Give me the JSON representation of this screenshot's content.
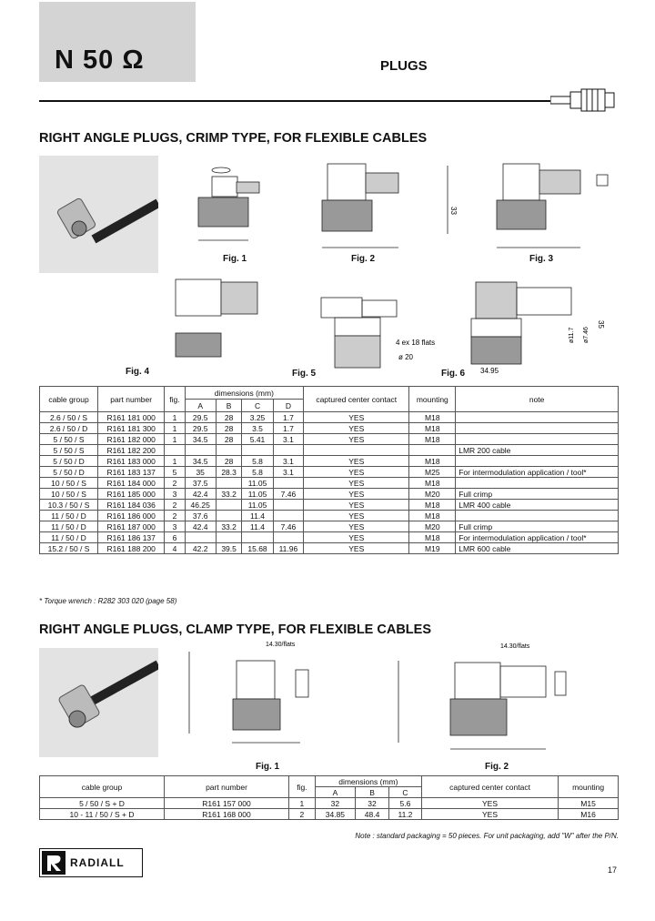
{
  "header": {
    "title": "N 50 Ω",
    "category": "PLUGS"
  },
  "section1": {
    "title": "RIGHT ANGLE PLUGS, CRIMP TYPE, FOR FLEXIBLE CABLES",
    "figs": [
      "Fig. 1",
      "Fig. 2",
      "Fig. 3",
      "Fig. 4",
      "Fig. 5",
      "Fig. 6"
    ],
    "drawing_labels": [
      "4 ex 18 flats",
      "ø 20",
      "34.95",
      "33",
      "35",
      "ø11.7",
      "ø7.46"
    ],
    "table": {
      "headers": {
        "cable_group": "cable group",
        "part_number": "part number",
        "fig": "fig.",
        "dimensions": "dimensions (mm)",
        "dim_cols": [
          "A",
          "B",
          "C",
          "D"
        ],
        "captured": "captured center contact",
        "mounting": "mounting",
        "note": "note"
      },
      "rows": [
        {
          "cable": "2.6 / 50 / S",
          "part": "R161 181 000",
          "fig": "1",
          "A": "29.5",
          "B": "28",
          "C": "3.25",
          "D": "1.7",
          "cap": "YES",
          "mount": "M18",
          "note": ""
        },
        {
          "cable": "2.6 / 50 / D",
          "part": "R161 181 300",
          "fig": "1",
          "A": "29.5",
          "B": "28",
          "C": "3.5",
          "D": "1.7",
          "cap": "YES",
          "mount": "M18",
          "note": ""
        },
        {
          "cable": "5 / 50 / S",
          "part": "R161 182 000",
          "fig": "1",
          "A": "34.5",
          "B": "28",
          "C": "5.41",
          "D": "3.1",
          "cap": "YES",
          "mount": "M18",
          "note": ""
        },
        {
          "cable": "5 / 50 / S",
          "part": "R161 182 200",
          "fig": "",
          "A": "",
          "B": "",
          "C": "",
          "D": "",
          "cap": "",
          "mount": "",
          "note": "LMR 200 cable"
        },
        {
          "cable": "5 / 50 / D",
          "part": "R161 183 000",
          "fig": "1",
          "A": "34.5",
          "B": "28",
          "C": "5.8",
          "D": "3.1",
          "cap": "YES",
          "mount": "M18",
          "note": ""
        },
        {
          "cable": "5 / 50 / D",
          "part": "R161 183 137",
          "fig": "5",
          "A": "35",
          "B": "28.3",
          "C": "5.8",
          "D": "3.1",
          "cap": "YES",
          "mount": "M25",
          "note": "For intermodulation application / tool*"
        },
        {
          "cable": "10 / 50 / S",
          "part": "R161 184 000",
          "fig": "2",
          "A": "37.5",
          "B": "",
          "C": "11.05",
          "D": "",
          "cap": "YES",
          "mount": "M18",
          "note": ""
        },
        {
          "cable": "10 / 50 / S",
          "part": "R161 185 000",
          "fig": "3",
          "A": "42.4",
          "B": "33.2",
          "C": "11.05",
          "D": "7.46",
          "cap": "YES",
          "mount": "M20",
          "note": "Full crimp"
        },
        {
          "cable": "10.3 / 50 / S",
          "part": "R161 184 036",
          "fig": "2",
          "A": "46.25",
          "B": "",
          "C": "11.05",
          "D": "",
          "cap": "YES",
          "mount": "M18",
          "note": "LMR 400 cable"
        },
        {
          "cable": "11 / 50 / D",
          "part": "R161 186 000",
          "fig": "2",
          "A": "37.6",
          "B": "",
          "C": "11.4",
          "D": "",
          "cap": "YES",
          "mount": "M18",
          "note": ""
        },
        {
          "cable": "11 / 50 / D",
          "part": "R161 187 000",
          "fig": "3",
          "A": "42.4",
          "B": "33.2",
          "C": "11.4",
          "D": "7.46",
          "cap": "YES",
          "mount": "M20",
          "note": "Full crimp"
        },
        {
          "cable": "11 / 50 / D",
          "part": "R161 186 137",
          "fig": "6",
          "A": "",
          "B": "",
          "C": "",
          "D": "",
          "cap": "YES",
          "mount": "M18",
          "note": "For intermodulation application / tool*"
        },
        {
          "cable": "15.2 / 50 / S",
          "part": "R161 188 200",
          "fig": "4",
          "A": "42.2",
          "B": "39.5",
          "C": "15.68",
          "D": "11.96",
          "cap": "YES",
          "mount": "M19",
          "note": "LMR 600 cable"
        }
      ],
      "footnote": "*   Torque wrench : R282 303 020 (page 58)"
    }
  },
  "section2": {
    "title": "RIGHT ANGLE PLUGS, CLAMP TYPE, FOR FLEXIBLE CABLES",
    "figs": [
      "Fig. 1",
      "Fig. 2"
    ],
    "drawing_labels": [
      "14.30/flats",
      "14.30/flats"
    ],
    "table": {
      "headers": {
        "cable_group": "cable group",
        "part_number": "part number",
        "fig": "fig.",
        "dimensions": "dimensions (mm)",
        "dim_cols": [
          "A",
          "B",
          "C"
        ],
        "captured": "captured center contact",
        "mounting": "mounting"
      },
      "rows": [
        {
          "cable": "5 / 50 / S + D",
          "part": "R161 157 000",
          "fig": "1",
          "A": "32",
          "B": "32",
          "C": "5.6",
          "cap": "YES",
          "mount": "M15"
        },
        {
          "cable": "10 - 11 / 50 / S + D",
          "part": "R161 168 000",
          "fig": "2",
          "A": "34.85",
          "B": "48.4",
          "C": "11.2",
          "cap": "YES",
          "mount": "M16"
        }
      ],
      "footnote": "Note : standard packaging = 50 pieces. For unit packaging, add \"W\" after the P/N."
    }
  },
  "footer": {
    "brand": "RADIALL",
    "page_number": "17"
  }
}
